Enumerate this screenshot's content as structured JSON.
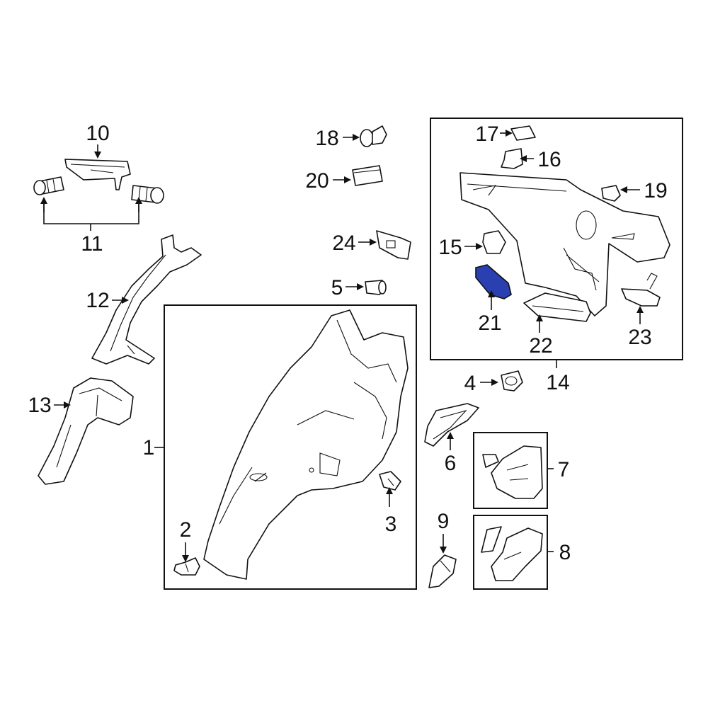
{
  "diagram": {
    "labels": {
      "p1": "1",
      "p2": "2",
      "p3": "3",
      "p4": "4",
      "p5": "5",
      "p6": "6",
      "p7": "7",
      "p8": "8",
      "p9": "9",
      "p10": "10",
      "p11": "11",
      "p12": "12",
      "p13": "13",
      "p14": "14",
      "p15": "15",
      "p16": "16",
      "p17": "17",
      "p18": "18",
      "p19": "19",
      "p20": "20",
      "p21": "21",
      "p22": "22",
      "p23": "23",
      "p24": "24"
    },
    "highlighted_part": "21",
    "highlight_color": "#2a3fb0"
  }
}
